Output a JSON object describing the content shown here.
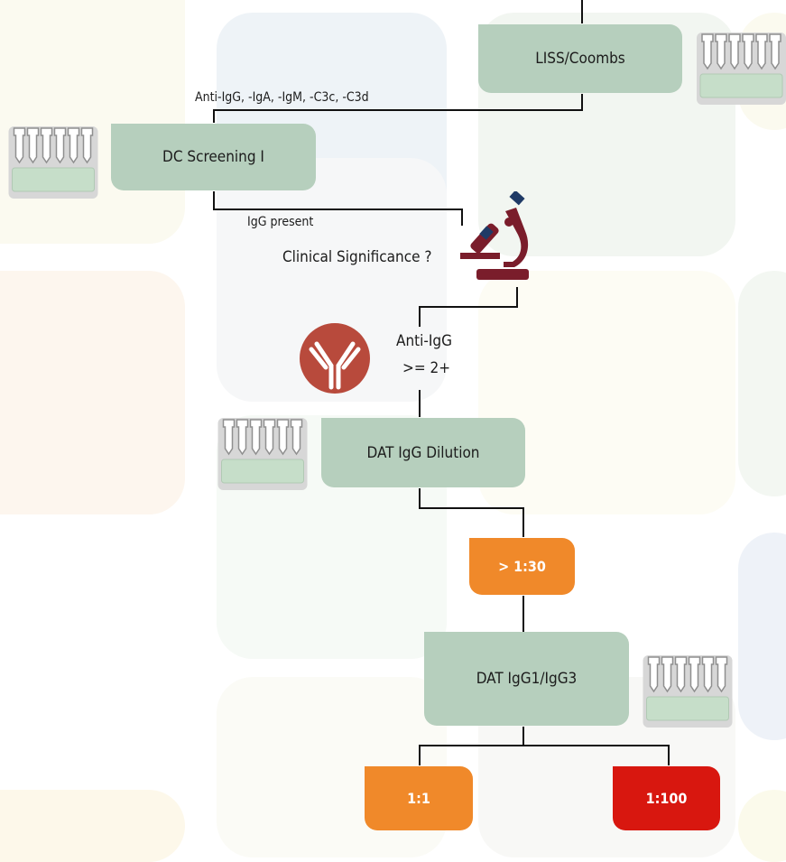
{
  "nodes": {
    "liss_coombs": "LISS/Coombs",
    "dc_screening": "DC Screening I",
    "dat_igg_dilution": "DAT IgG Dilution",
    "ratio_gt_1_30": "> 1:30",
    "dat_igg1_igg3": "DAT IgG1/IgG3",
    "ratio_1_1": "1:1",
    "ratio_1_100": "1:100"
  },
  "labels": {
    "anti_panel": "Anti-IgG, -IgA, -IgM, -C3c, -C3d",
    "igg_present": "IgG present",
    "clinical_significance": "Clinical Significance ?",
    "anti_igg": "Anti-IgG",
    "ge_2plus": ">= 2+"
  },
  "colors": {
    "node_green": "#b6cfbd",
    "node_orange": "#f0892a",
    "node_red": "#d8170f",
    "microscope": "#7a1d2b",
    "microscope_accent": "#1f3a66",
    "antibody_circle": "#b84a3c"
  },
  "icons": [
    "gel-card-icon",
    "microscope-icon",
    "antibody-icon"
  ]
}
